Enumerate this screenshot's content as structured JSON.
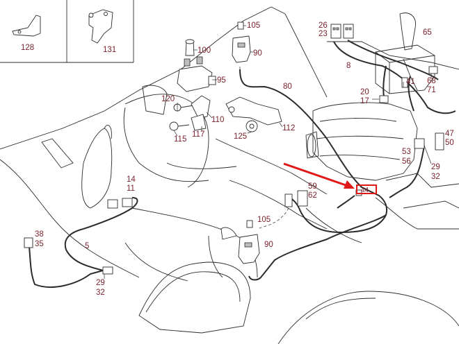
{
  "callouts": {
    "p128": "128",
    "p131": "131",
    "p100": "100",
    "p105a": "105",
    "p90a": "90",
    "p95": "95",
    "p120": "120",
    "p80": "80",
    "p110": "110",
    "p117": "117",
    "p115": "115",
    "p125": "125",
    "p112": "112",
    "p26": "26",
    "p23": "23",
    "p8": "8",
    "p65": "65",
    "p41": "41",
    "p68": "68",
    "p71": "71",
    "p20": "20",
    "p17": "17",
    "p47": "47",
    "p50": "50",
    "p53": "53",
    "p56": "56",
    "p29a": "29",
    "p32a": "32",
    "p14": "14",
    "p11": "11",
    "p59": "59",
    "p62": "62",
    "p44": "44",
    "p38": "38",
    "p35": "35",
    "p5": "5",
    "p105b": "105",
    "p90b": "90",
    "p29b": "29",
    "p32b": "32"
  },
  "colors": {
    "callout_text": "#7a1f2b",
    "highlight": "#e01818",
    "line": "#2b2b2b"
  }
}
